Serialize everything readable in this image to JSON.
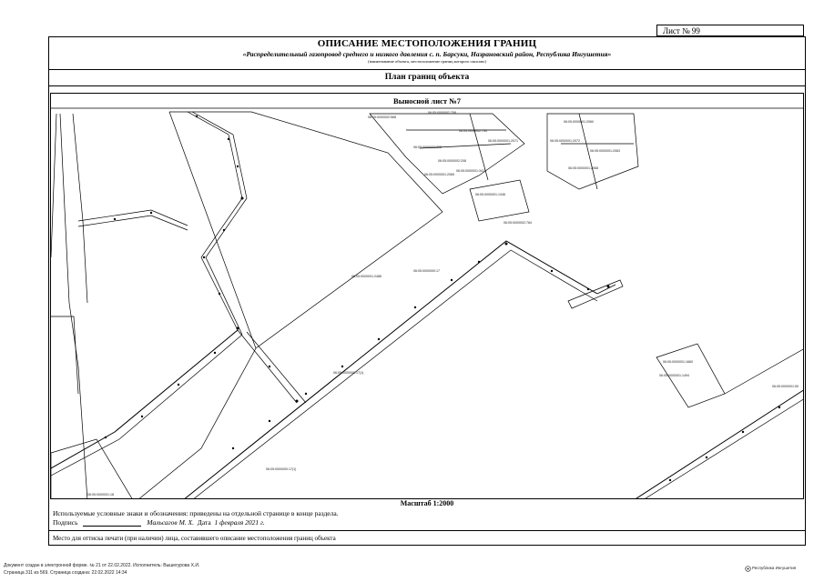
{
  "sheet_number": "Лист № 99",
  "header": {
    "title": "ОПИСАНИЕ МЕСТОПОЛОЖЕНИЯ ГРАНИЦ",
    "subtitle": "«Распределительный газопровод среднего и низкого давления с. п. Барсуки, Назрановский район, Республика Ингушетия»",
    "note": "(наименование объекта, местоположение границ которого описано)"
  },
  "plan_title": "План границ объекта",
  "map": {
    "title": "Выносной лист №7",
    "parcel_labels": [
      "06:05:0000002:568",
      "06:05:0000001:2060",
      "06:05:0000002:758",
      "06:05:0000002:750",
      "06:05:0000001:2071",
      "06:05:0000001:2072",
      "06:05:0000001:2063",
      "06:05:0000002:208",
      "06:05:0000001:2068",
      "06:05:0000002:208",
      "06:05:0000001:2065",
      "06:05:0000001:3411",
      "06:05:0000001:1346",
      "06:05:0000002:784",
      "06:05:0000001:2486",
      "06:05:0000000:17",
      "06:05:0000001:1660",
      "06:05:0000001:1494",
      "06:05:0000000:17(1)",
      "06:05:0000001:59",
      "06:05:0000000:17(1)",
      "06:05:0000001:18"
    ]
  },
  "scale": "Масштаб 1:2000",
  "legend_text": "Используемые условные знаки и обозначения: приведены на отдельной странице в конце раздела.",
  "signature": {
    "label": "Подпись",
    "name": "Мальсагов М. Х.",
    "date_label": "Дата",
    "date": "1 февраля 2021 г."
  },
  "stamp_text": "Место для оттиска печати (при наличии) лица, составившего описание местоположения границ объекта",
  "footer": {
    "line1": "Документ создан в электронной форме. № 21 от 22.02.2022. Исполнитель: Вышегурова Х.И.",
    "line2": "Страница 311 из 569. Страница создана: 22.02.2022 14:34",
    "brand": "Республика Ингушетия"
  }
}
